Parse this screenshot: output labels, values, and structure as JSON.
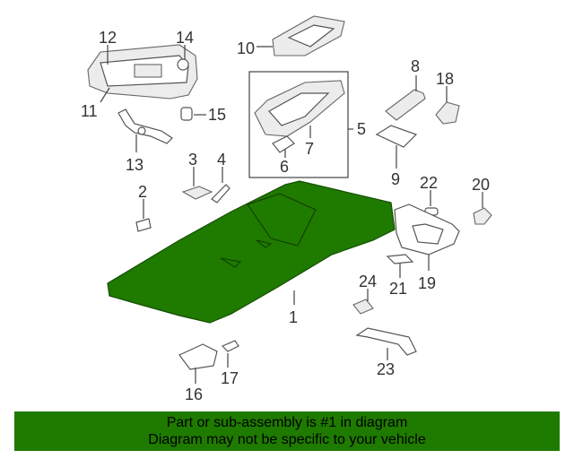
{
  "callouts": {
    "c1": "1",
    "c2": "2",
    "c3": "3",
    "c4": "4",
    "c5": "5",
    "c6": "6",
    "c7": "7",
    "c8": "8",
    "c9": "9",
    "c10": "10",
    "c11": "11",
    "c12": "12",
    "c13": "13",
    "c14": "14",
    "c15": "15",
    "c16": "16",
    "c17": "17",
    "c18": "18",
    "c19": "19",
    "c20": "20",
    "c21": "21",
    "c22": "22",
    "c23": "23",
    "c24": "24"
  },
  "banner": {
    "line1": "Part or sub-assembly is #1 in diagram",
    "line2": "Diagram may not be specific to your vehicle"
  },
  "colors": {
    "highlight": "#1f7a00",
    "banner_bg": "#1f7a00"
  }
}
